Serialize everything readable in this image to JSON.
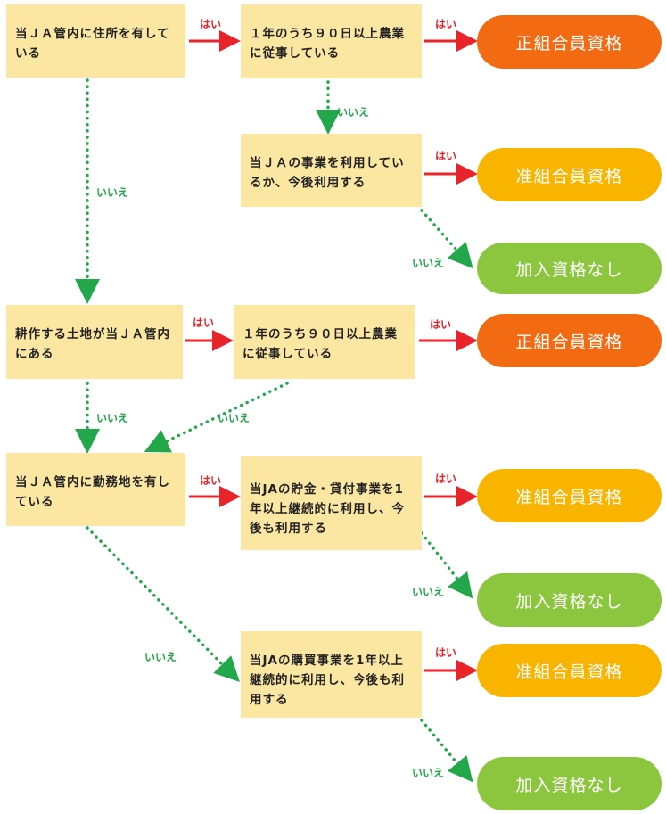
{
  "questions": {
    "q1": "当ＪＡ管内に住所を有している",
    "q2": "１年のうち９０日以上農業に従事している",
    "q3": "当ＪＡの事業を利用しているか、今後利用する",
    "q4": "耕作する土地が当ＪＡ管内にある",
    "q5": "１年のうち９０日以上農業に従事している",
    "q6": "当ＪＡ管内に勤務地を有している",
    "q7": "当JAの貯金・貸付事業を1年以上継続的に利用し、今後も利用する",
    "q8": "当JAの購買事業を1年以上継続的に利用し、今後も利用する"
  },
  "results": {
    "r1": "正組合員資格",
    "r2": "准組合員資格",
    "r3": "加入資格なし",
    "r4": "正組合員資格",
    "r5": "准組合員資格",
    "r6": "加入資格なし",
    "r7": "准組合員資格",
    "r8": "加入資格なし"
  },
  "labels": {
    "yes": "はい",
    "no": "いいえ"
  },
  "colors": {
    "box": "#fbe6a2",
    "yes_arrow": "#e8232a",
    "no_arrow": "#22a84a",
    "full": "#f26a12",
    "associate": "#f9b400",
    "none": "#8cc63f"
  }
}
